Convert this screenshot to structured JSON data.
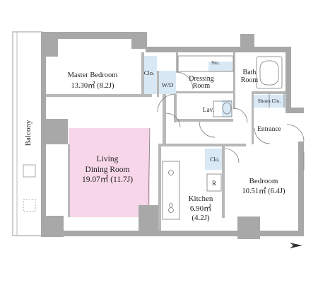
{
  "rooms": {
    "master_bedroom": {
      "name": "Master Bedroom",
      "area": "13.30㎡ (8.2J)"
    },
    "living": {
      "name_line1": "Living",
      "name_line2": "Dining Room",
      "area": "19.07㎡ (11.7J)"
    },
    "kitchen": {
      "name": "Kitchen",
      "area": "6.90㎡",
      "area_j": "(4.2J)"
    },
    "bedroom": {
      "name": "Bedroom",
      "area": "10.51㎡ (6.4J)"
    },
    "dressing": {
      "name_line1": "Dressing",
      "name_line2": "Room"
    },
    "bath": {
      "name_line1": "Bath",
      "name_line2": "Room"
    },
    "entrance": {
      "name": "Entrance"
    },
    "balcony": {
      "name": "Balcony"
    }
  },
  "fixtures": {
    "clo_master": "Clo.",
    "wd": "W/D",
    "sto": "Sto.",
    "lav": "Lav.",
    "shoes_clo": "Shoes Clo.",
    "clo_bedroom": "Clo.",
    "fridge": "R"
  },
  "colors": {
    "wall": "#a8a8a8",
    "living_fill": "#f6d6e8",
    "closet_fill": "#d8e8f4",
    "line": "#7a7a7a"
  },
  "compass": {
    "icon": "north-arrow-icon"
  }
}
